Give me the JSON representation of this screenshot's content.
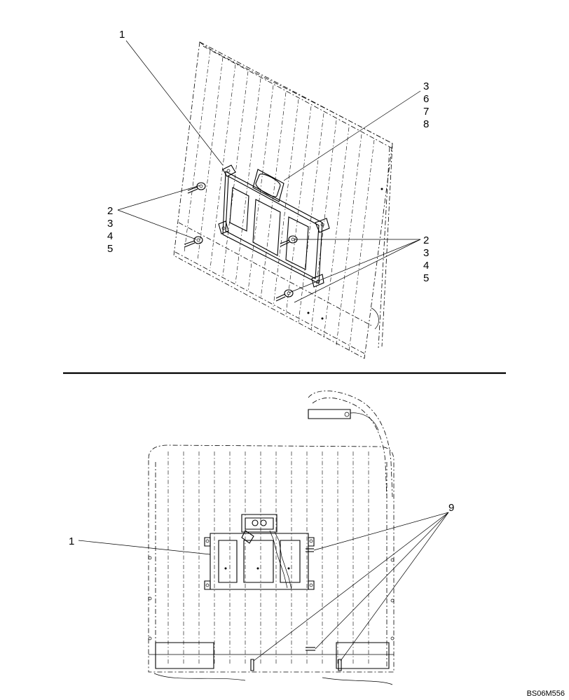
{
  "figure": {
    "reference_code": "BS06M556",
    "top_view": {
      "callouts": {
        "c1": "1",
        "c3_group": [
          "3",
          "6",
          "7",
          "8"
        ],
        "left_group": [
          "2",
          "3",
          "4",
          "5"
        ],
        "right_group": [
          "2",
          "3",
          "4",
          "5"
        ]
      }
    },
    "bottom_view": {
      "callouts": {
        "c1": "1",
        "c9": "9"
      }
    }
  }
}
